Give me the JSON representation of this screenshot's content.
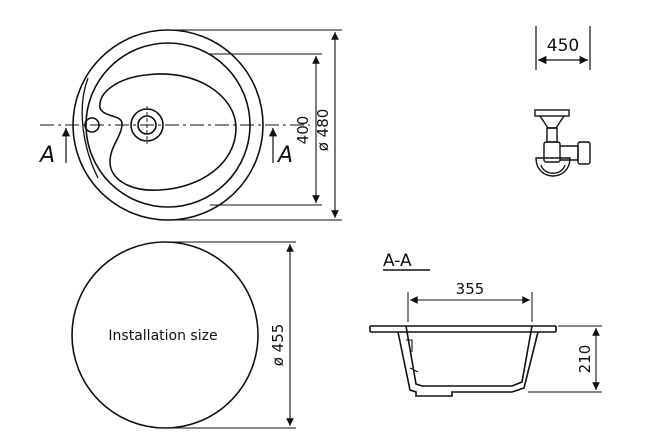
{
  "top_view": {
    "section_marker_left": "A",
    "section_marker_right": "A",
    "dim_inner": "400",
    "dim_outer": "ø 480"
  },
  "installation": {
    "label": "Installation size",
    "dim_diameter": "ø 455"
  },
  "section": {
    "title": "A-A",
    "dim_width": "355",
    "dim_depth": "210"
  },
  "cabinet": {
    "dim_width": "450"
  }
}
